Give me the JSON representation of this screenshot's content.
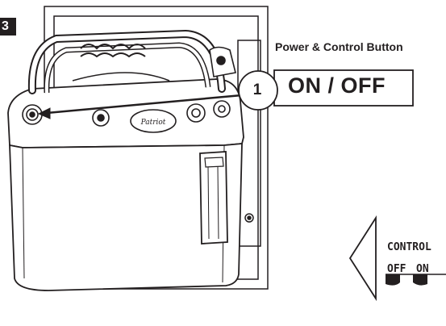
{
  "figure": {
    "step_number": "3",
    "heading": "Power & Control Button",
    "callout": {
      "number": "1",
      "text": "ON / OFF"
    },
    "logo_text": "Patriot",
    "control_panel": {
      "title": "CONTROL",
      "off_label": "OFF",
      "on_label": "ON"
    }
  },
  "colors": {
    "ink": "#231f20",
    "background": "#ffffff"
  }
}
